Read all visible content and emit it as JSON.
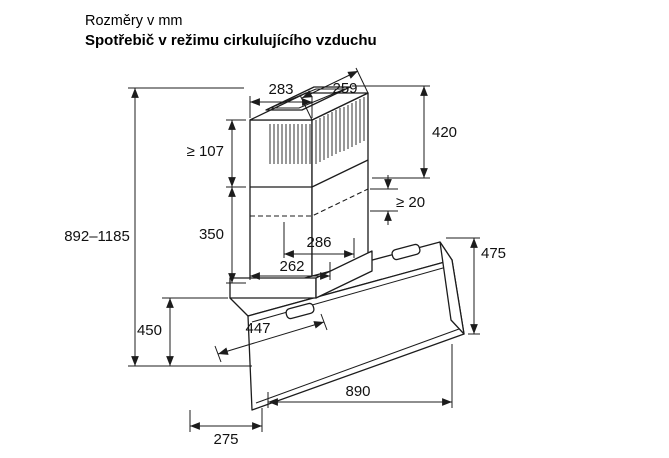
{
  "title": {
    "units_line": "Rozměry v mm",
    "main_line": "Spotřebič v režimu cirkulujícího vzduchu"
  },
  "diagram": {
    "colors": {
      "line": "#1c1c1c",
      "background": "#ffffff"
    },
    "unit": "mm",
    "dimensions": {
      "chimney_top_width": "283",
      "chimney_top_depth": "259",
      "upper_chimney_height": "420",
      "clearance_min": "≥ 107",
      "lower_chimney_height": "350",
      "overlap_min": "≥ 20",
      "duct_outer_width": "286",
      "duct_inner_width": "262",
      "total_height_range": "892–1185",
      "side_height": "475",
      "rear_height": "450",
      "panel_width": "447",
      "hood_width": "890",
      "bottom_depth": "275"
    }
  }
}
